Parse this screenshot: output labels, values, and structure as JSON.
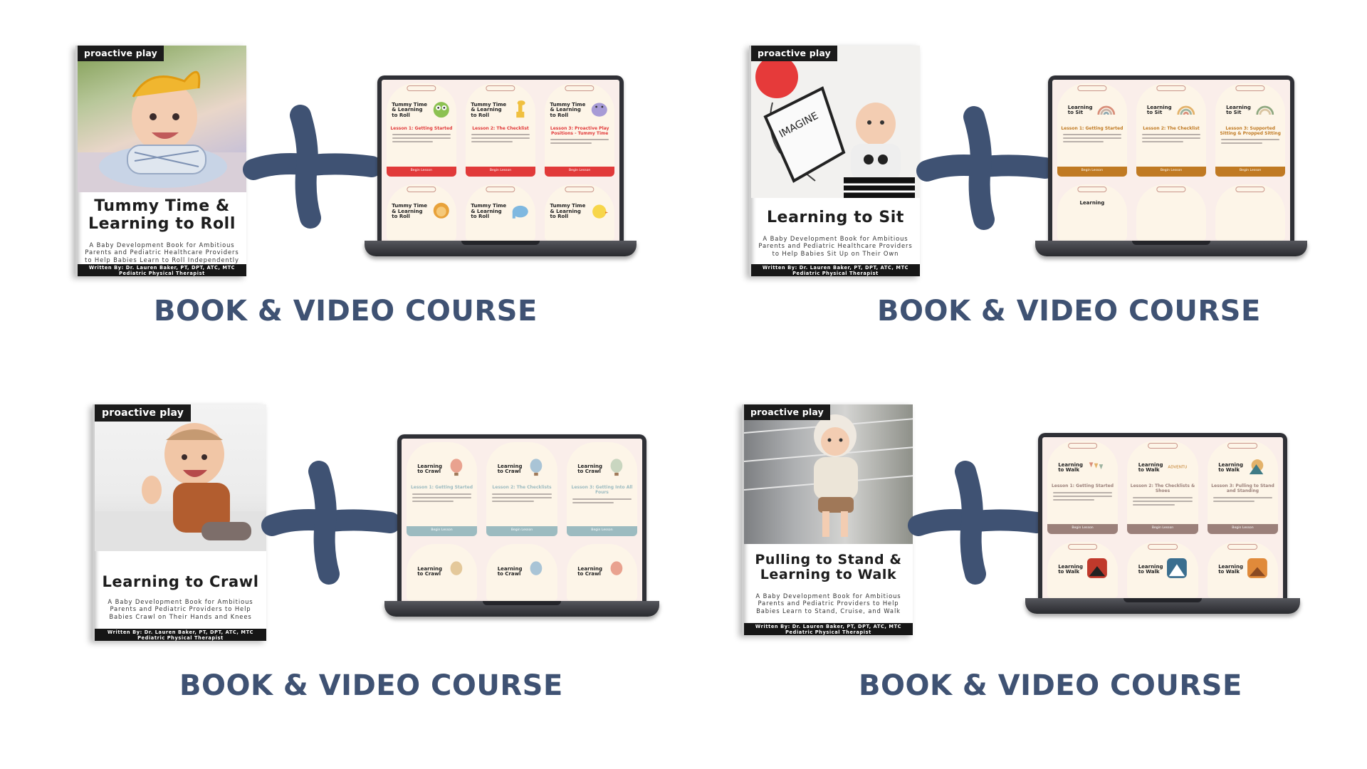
{
  "bundles": [
    {
      "brand": "proactive play",
      "title_line1": "Tummy Time &",
      "title_line2": "Learning to Roll",
      "subtitle_line1": "A Baby Development Book for Ambitious",
      "subtitle_line2": "Parents and Pediatric Healthcare Providers",
      "subtitle_line3": "to Help Babies Learn to Roll Independently",
      "author_line1": "Written By: Dr. Lauren Baker, PT, DPT, ATC, MTC",
      "author_line2": "Pediatric Physical Therapist",
      "caption": "BOOK & VIDEO COURSE",
      "accent": "#e13a3a",
      "plus_color": "#3f5273"
    },
    {
      "brand": "proactive play",
      "title_line1": "Learning to Sit",
      "title_line2": "",
      "subtitle_line1": "A Baby Development Book for Ambitious",
      "subtitle_line2": "Parents and Pediatric Healthcare Providers",
      "subtitle_line3": "to Help Babies Sit Up on Their Own",
      "author_line1": "Written By: Dr. Lauren Baker, PT, DPT, ATC, MTC",
      "author_line2": "Pediatric Physical Therapist",
      "caption": "BOOK & VIDEO COURSE",
      "accent": "#c07a23",
      "plus_color": "#3f5273"
    },
    {
      "brand": "proactive play",
      "title_line1": "Learning to Crawl",
      "title_line2": "",
      "subtitle_line1": "A Baby Development Book for Ambitious",
      "subtitle_line2": "Parents and Pediatric Providers to Help",
      "subtitle_line3": "Babies Crawl on Their Hands and Knees",
      "author_line1": "Written By: Dr. Lauren Baker, PT, DPT, ATC, MTC",
      "author_line2": "Pediatric Physical Therapist",
      "caption": "BOOK & VIDEO COURSE",
      "accent": "#9cbbc0",
      "plus_color": "#3f5273"
    },
    {
      "brand": "proactive play",
      "title_line1": "Pulling to Stand &",
      "title_line2": "Learning to Walk",
      "subtitle_line1": "A Baby Development Book for Ambitious",
      "subtitle_line2": "Parents and Pediatric Providers to Help",
      "subtitle_line3": "Babies Learn to Stand, Cruise, and Walk",
      "author_line1": "Written By: Dr. Lauren Baker, PT, DPT, ATC, MTC",
      "author_line2": "Pediatric Physical Therapist",
      "caption": "BOOK & VIDEO COURSE",
      "accent": "#9b807a",
      "plus_color": "#3f5273"
    }
  ]
}
